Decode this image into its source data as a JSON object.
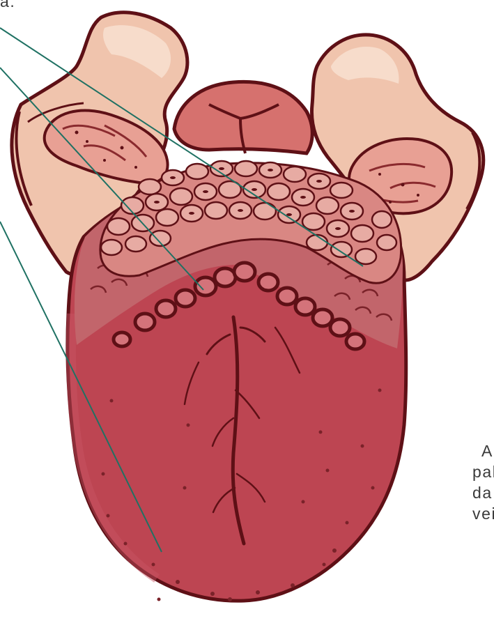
{
  "colors": {
    "outline": "#5e1016",
    "tongue_body": "#bd4552",
    "tongue_root": "#c2656b",
    "pale_flesh": "#f0c4ad",
    "pale_flesh_light": "#f7dccb",
    "epiglottis": "#d6716e",
    "pointer_line": "#1f7163",
    "text": "#3a3a3a"
  },
  "text": {
    "top_fragment": "a.",
    "right_fragment": [
      "A",
      "palh",
      "da l",
      "veis"
    ]
  }
}
